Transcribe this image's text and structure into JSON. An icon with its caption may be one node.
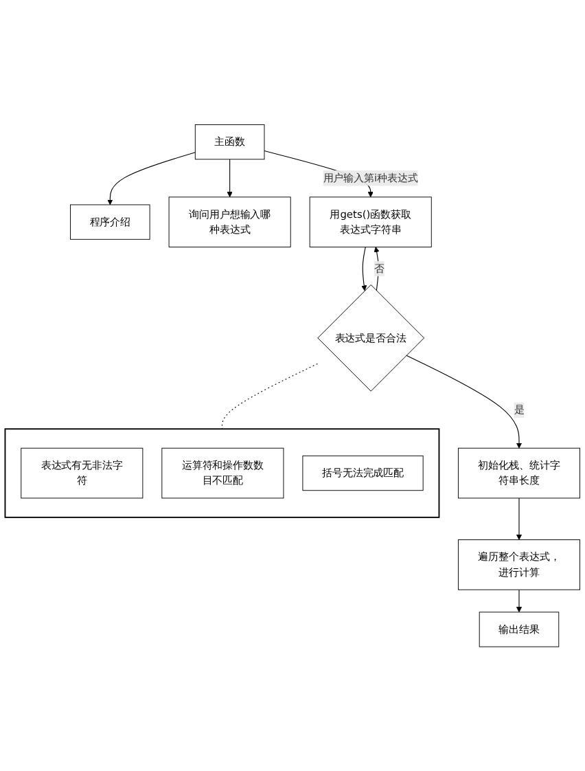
{
  "diagram": {
    "nodes": [
      {
        "text": [
          "主函数"
        ]
      },
      {
        "text": [
          "程序介绍"
        ]
      },
      {
        "text": [
          "询问用户想输入哪种表达式"
        ]
      },
      {
        "text": [
          "用gets()函数获取表达式字符串"
        ]
      },
      {
        "text": [
          "表达式是否合法"
        ]
      },
      {
        "text": [],
        "shape": "bracket"
      },
      {
        "text": [
          "表达式有无非法字符"
        ],
        "in": 5
      },
      {
        "text": [
          "运算符和操作数数目不匹配"
        ],
        "in": 5
      },
      {
        "text": [
          "括号无法完成匹配"
        ],
        "in": 5
      },
      {
        "text": [
          "初始化栈、统计字符串长度"
        ]
      },
      {
        "text": [
          "遍历整个表达式，进行计算"
        ]
      },
      {
        "text": [
          "输出结果"
        ]
      }
    ],
    "edges": [
      {
        "from": 0,
        "to": 1,
        "arrow": "to"
      },
      {
        "from": 0,
        "to": 2,
        "arrow": "to"
      },
      {
        "from": 0,
        "to": 3,
        "arrow": "to",
        "label": "用户输入第i种表达式"
      },
      {
        "from": 3,
        "to": 4,
        "arrow": "to"
      },
      {
        "from": 4,
        "to": 3,
        "arrow": "to",
        "label": "否"
      },
      {
        "from": 4,
        "to": 5,
        "arrow": "none",
        "style": "dashed"
      },
      {
        "from": 4,
        "to": 9,
        "arrow": "to",
        "label": "是"
      },
      {
        "from": 9,
        "to": 10,
        "arrow": "to"
      },
      {
        "from": 10,
        "to": 11,
        "arrow": "to"
      }
    ]
  }
}
